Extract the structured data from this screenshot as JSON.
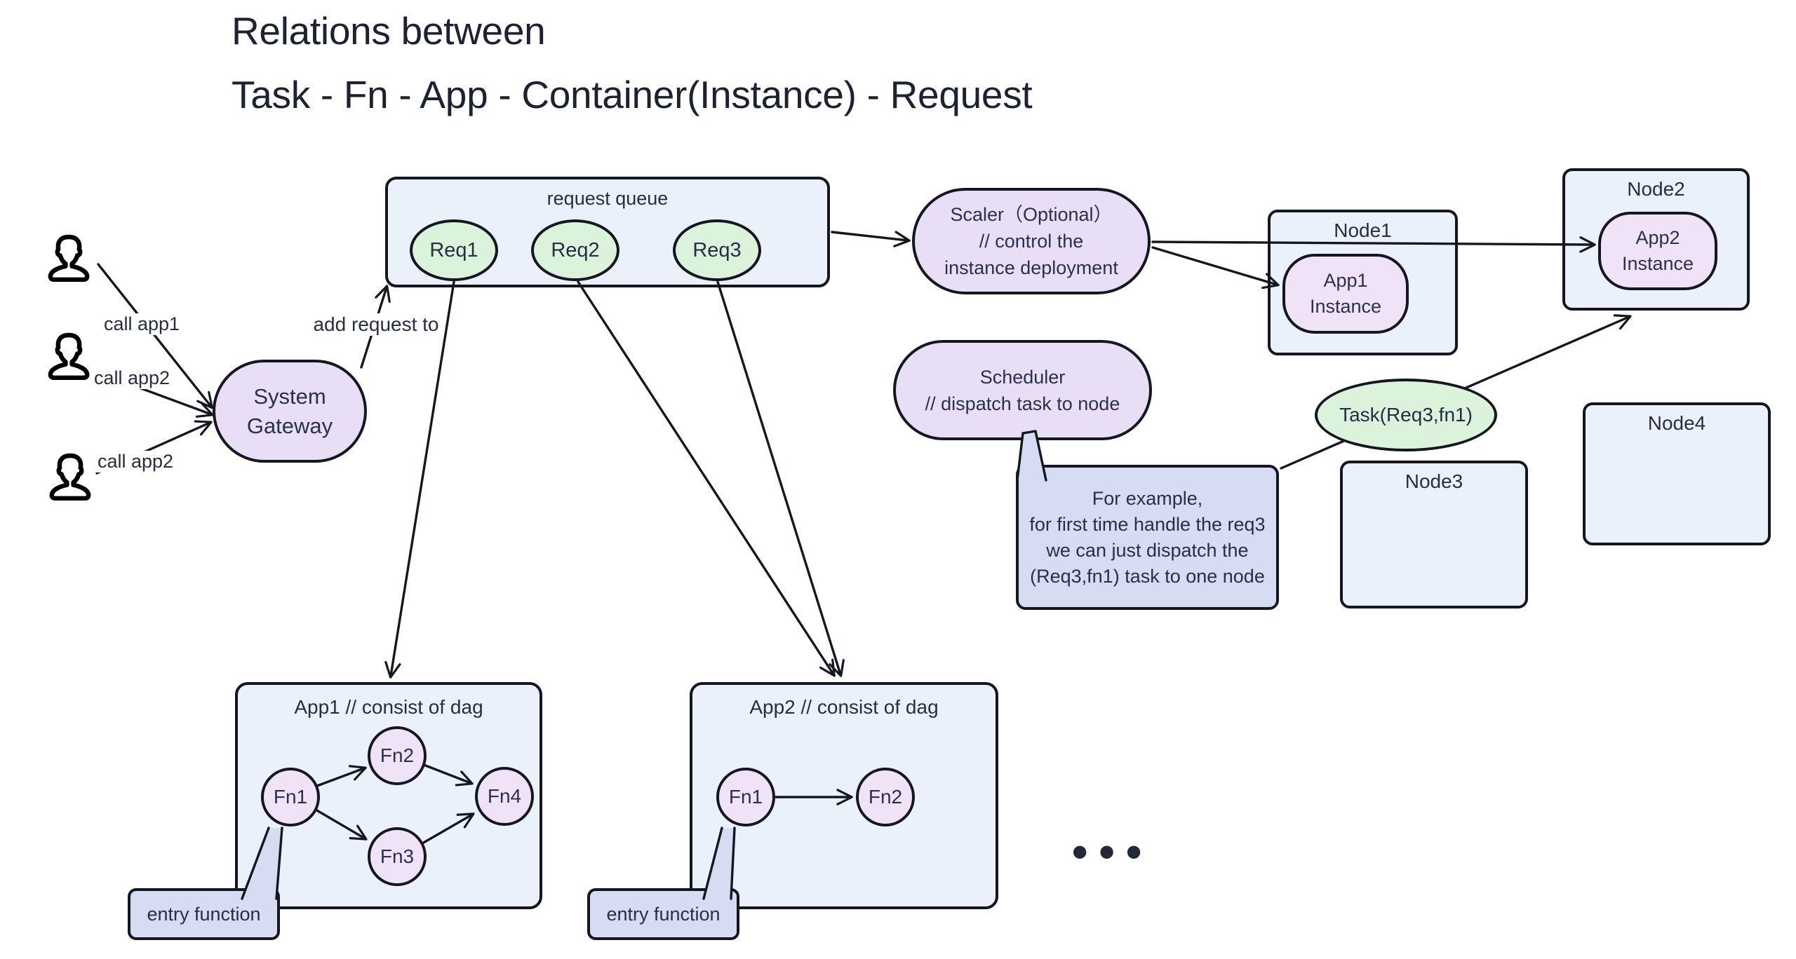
{
  "title": {
    "line1": "Relations between",
    "line2": "Task - Fn - App - Container(Instance) - Request"
  },
  "users": {
    "call_labels": [
      "call app1",
      "call app2",
      "call app2"
    ]
  },
  "gateway": {
    "label": "System\nGateway"
  },
  "queue": {
    "title": "request queue",
    "requests": [
      "Req1",
      "Req2",
      "Req3"
    ],
    "add_label": "add request to"
  },
  "scaler": {
    "label": "Scaler（Optional）\n// control the\ninstance deployment"
  },
  "scheduler": {
    "label": "Scheduler\n// dispatch task to node"
  },
  "task": {
    "label": "Task(Req3,fn1)"
  },
  "nodes": [
    {
      "label": "Node1",
      "instance": "App1\nInstance"
    },
    {
      "label": "Node2",
      "instance": "App2\nInstance"
    },
    {
      "label": "Node3"
    },
    {
      "label": "Node4"
    }
  ],
  "note": {
    "text": "For example,\nfor first time handle the req3\nwe can just dispatch the\n(Req3,fn1) task to one node"
  },
  "apps": [
    {
      "title": "App1 // consist of dag",
      "fns": [
        "Fn1",
        "Fn2",
        "Fn3",
        "Fn4"
      ]
    },
    {
      "title": "App2 // consist of dag",
      "fns": [
        "Fn1",
        "Fn2"
      ]
    }
  ],
  "entry_note_label": "entry function",
  "ellipsis": "•••",
  "icons": {
    "user": "person-outline"
  },
  "colors": {
    "stroke": "#14171f",
    "text": "#262d45",
    "container_fill": "#ebf1fa",
    "request_fill": "#dcf3db",
    "component_fill": "#e8def5",
    "fn_fill": "#f0e2f7",
    "note_fill": "#d6ddf3"
  }
}
